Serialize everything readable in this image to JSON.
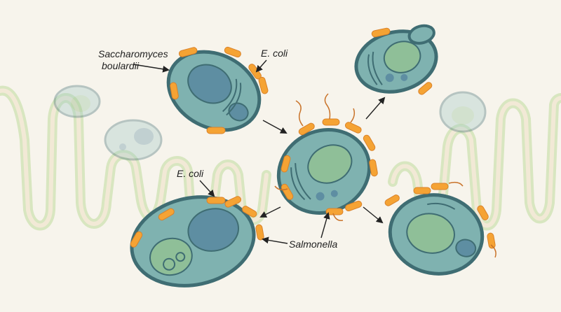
{
  "labels": {
    "saccharomyces_line1": "Saccharomyces",
    "saccharomyces_line2": "boulardii",
    "ecoli_top": "E. coli",
    "ecoli_left": "E. coli",
    "salmonella": "Salmonella"
  },
  "colors": {
    "background": "#f7f4ec",
    "villi_outline": "#cfe0b4",
    "villi_fill": "#f2e9d6",
    "cell_wall": "#3f6d73",
    "cell_body": "#7fb2b0",
    "nucleus": "#5e8ea2",
    "vacuole": "#8fbf98",
    "bacteria": "#f5a334",
    "flagella": "#c9732a",
    "arrow": "#222222"
  },
  "icons": {
    "yeast": "yeast-cell-icon",
    "bacterium": "rod-bacterium-icon"
  }
}
